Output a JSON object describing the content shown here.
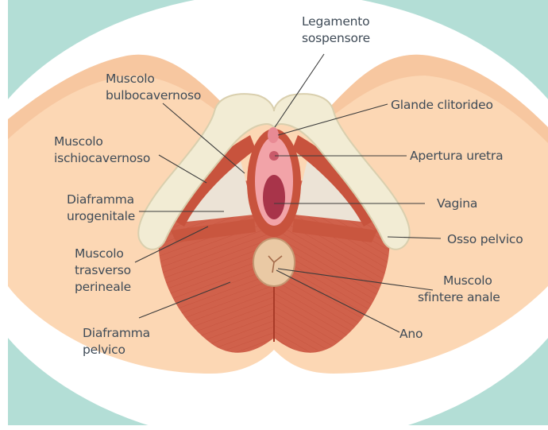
{
  "labels": {
    "legamento_sospensore": [
      "Legamento",
      "sospensore"
    ],
    "muscolo_bulbocavernoso": [
      "Muscolo",
      "bulbocavernoso"
    ],
    "glande_clitorideo": [
      "Glande clitorideo"
    ],
    "muscolo_ischiocavernoso": [
      "Muscolo",
      "ischiocavernoso"
    ],
    "apertura_uretra": [
      "Apertura uretra"
    ],
    "diaframma_urogenitale": [
      "Diaframma",
      "urogenitale"
    ],
    "vagina": [
      "Vagina"
    ],
    "osso_pelvico": [
      "Osso pelvico"
    ],
    "muscolo_trasverso_perineale": [
      "Muscolo",
      "trasverso",
      "perineale"
    ],
    "muscolo_sfintere_anale": [
      "Muscolo",
      "sfintere anale"
    ],
    "ano": [
      "Ano"
    ],
    "diaframma_pelvico": [
      "Diaframma",
      "pelvico"
    ]
  },
  "colors": {
    "background_teal": "#b3ded6",
    "skin": "#fcd7b4",
    "skin_shadow": "#f3b98f",
    "muscle": "#d0614b",
    "muscle_dark": "#b5432f",
    "bone": "#f2ecd4",
    "bone_shadow": "#d9cfae",
    "membrane": "#ece3d6",
    "pink": "#f2a3a8",
    "pink_dark": "#c95a6a",
    "text": "#3f4b57"
  }
}
